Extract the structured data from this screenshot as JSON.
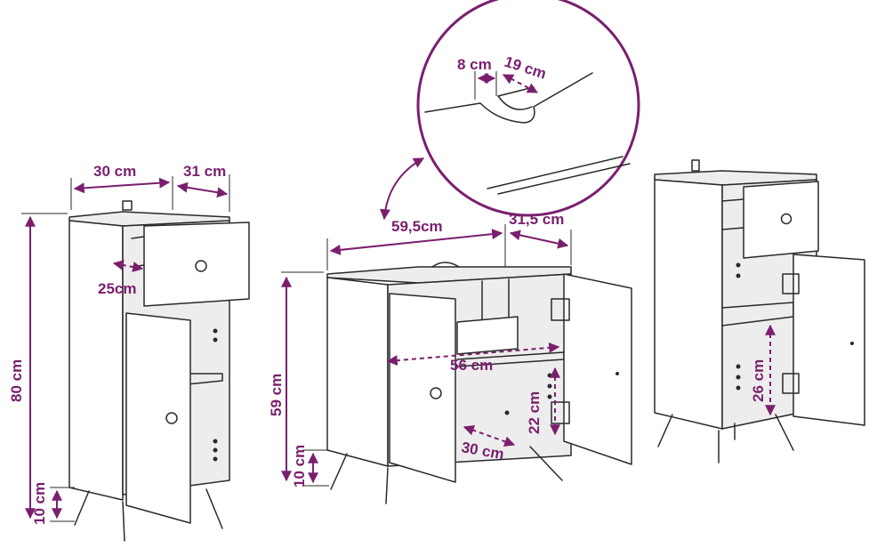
{
  "colors": {
    "dimension": "#7a1f6e",
    "line": "#2a2a2a",
    "background": "#ffffff"
  },
  "labels": {
    "left_width": "30 cm",
    "left_depth": "31 cm",
    "left_drawer_depth": "25cm",
    "left_height": "80 cm",
    "left_leg": "10 cm",
    "detail_cut_width": "8 cm",
    "detail_cut_depth": "19 cm",
    "mid_width": "59,5cm",
    "mid_depth": "31,5 cm",
    "mid_height": "59 cm",
    "mid_leg": "10 cm",
    "mid_inner_width": "56 cm",
    "mid_inner_height": "22 cm",
    "mid_inner_depth": "30 cm",
    "right_inner_height": "26 cm"
  }
}
